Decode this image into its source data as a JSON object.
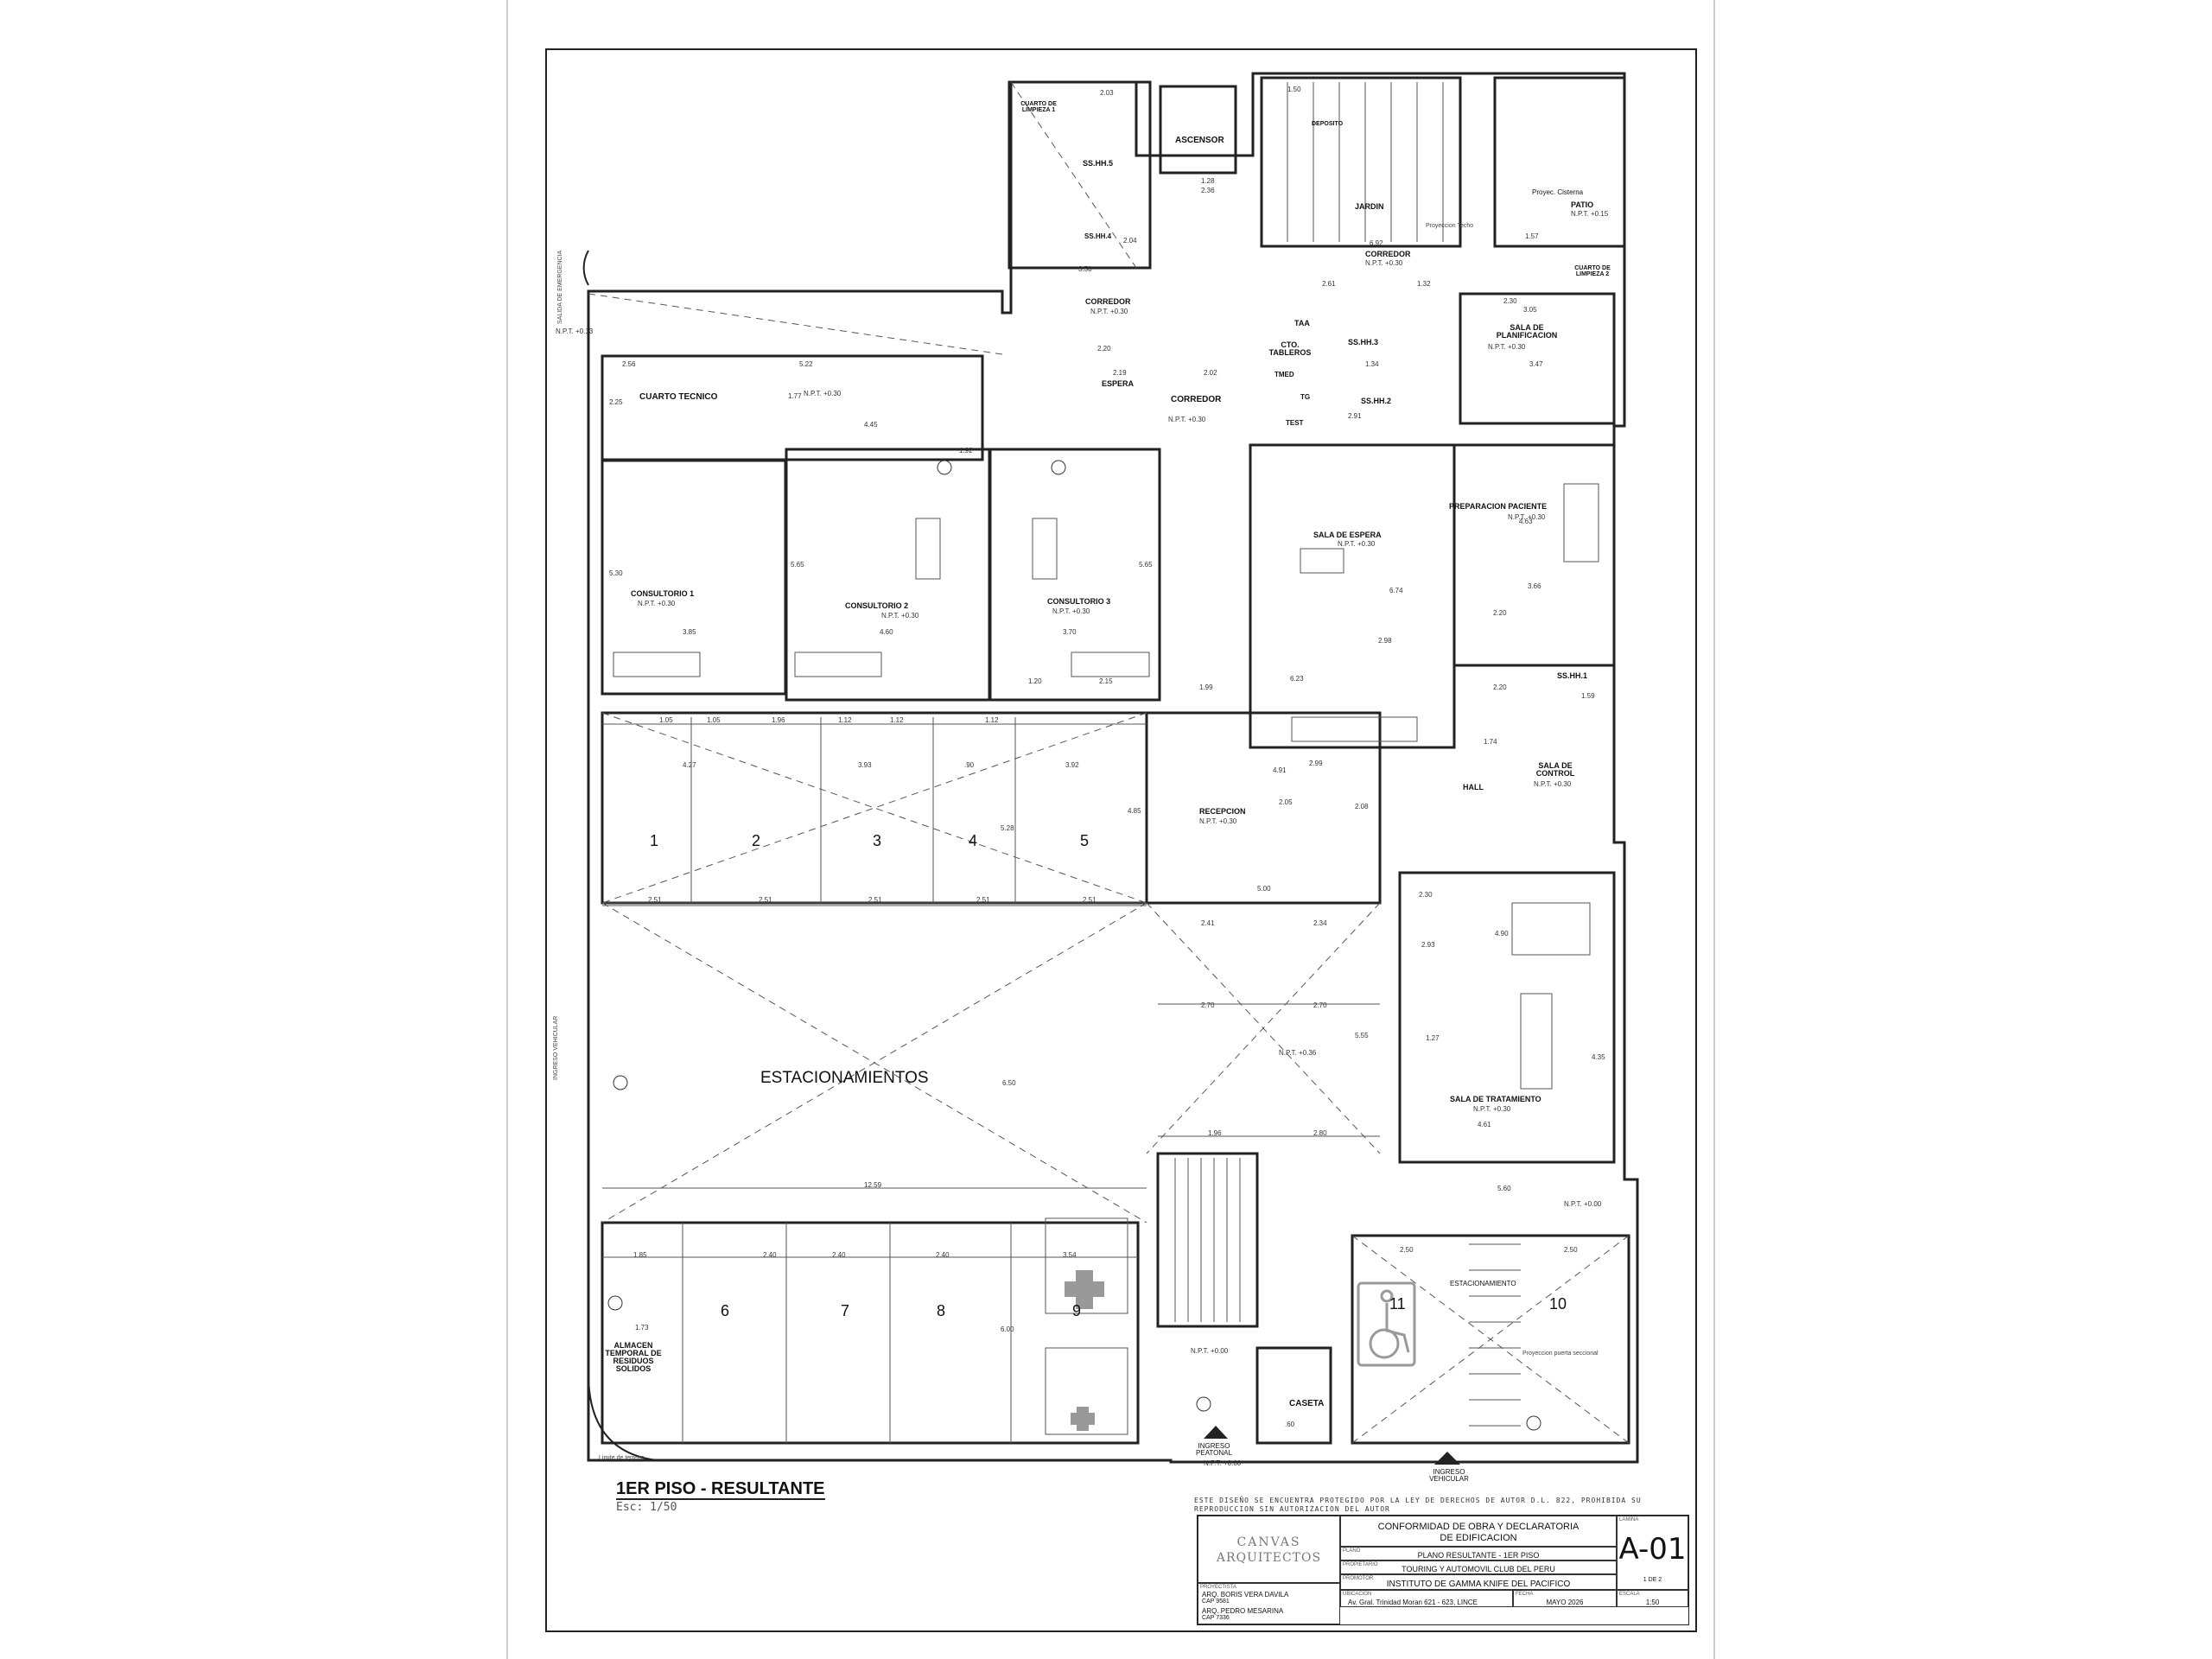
{
  "sheet_title": "1ER PISO - RESULTANTE",
  "sheet_scale": "Esc: 1/50",
  "rooms": {
    "cuarto_limpieza_1": "CUARTO DE LIMPIEZA 1",
    "sshh5": "SS.HH.5",
    "sshh4": "SS.HH.4",
    "ascensor": "ASCENSOR",
    "deposito": "DEPOSITO",
    "jardin": "JARDIN",
    "patio": "PATIO",
    "proyec_cisterna": "Proyec. Cisterna",
    "proyeccion_techo": "Proyeccion Techo",
    "corredor_top": "CORREDOR",
    "cuarto_limpieza_2": "CUARTO DE LIMPIEZA 2",
    "corredor_mid": "CORREDOR",
    "espera": "ESPERA",
    "corredor_main": "CORREDOR",
    "cuarto_tecnico": "CUARTO TECNICO",
    "taa": "TAA",
    "cto_tableros": "CTO. TABLEROS",
    "tmed": "TMED",
    "tg": "TG",
    "test": "TEST",
    "sshh3": "SS.HH.3",
    "sshh2": "SS.HH.2",
    "sala_planificacion": "SALA DE PLANIFICACION",
    "consultorio1": "CONSULTORIO 1",
    "consultorio2": "CONSULTORIO 2",
    "consultorio3": "CONSULTORIO 3",
    "sala_espera": "SALA DE ESPERA",
    "preparacion_paciente": "PREPARACION PACIENTE",
    "sshh1": "SS.HH.1",
    "recepcion": "RECEPCION",
    "hall": "HALL",
    "sala_control": "SALA DE CONTROL",
    "estacionamientos": "ESTACIONAMIENTOS",
    "sala_tratamiento": "SALA DE TRATAMIENTO",
    "estacionamiento": "ESTACIONAMIENTO",
    "caseta": "CASETA",
    "almacen": "ALMACEN TEMPORAL DE RESIDUOS SOLIDOS",
    "ingreso_peatonal": "INGRESO PEATONAL",
    "ingreso_vehicular": "INGRESO VEHICULAR",
    "ingreso_vehicular_side": "INGRESO VEHICULAR",
    "salida_emergencia": "SALIDA DE EMERGENCIA",
    "limite_terreno": "Limite de terreno",
    "proyeccion_puerta": "Proyeccion puerta seccional"
  },
  "npt_labels": {
    "n030": "N.P.T. +0.30",
    "n036": "N.P.T. +0.36",
    "n000": "N.P.T. +0.00",
    "n013": "N.P.T. +0.13",
    "n015": "N.P.T. +0.15"
  },
  "parking_stalls": [
    "1",
    "2",
    "3",
    "4",
    "5",
    "6",
    "7",
    "8",
    "9",
    "10",
    "11"
  ],
  "dimensions": {
    "d_2_56": "2.56",
    "d_5_22": "5.22",
    "d_4_45": "4.45",
    "d_2_25": "2.25",
    "d_1_77": "1.77",
    "d_1_92": "1.92",
    "d_5_30": "5.30",
    "d_5_65": "5.65",
    "d_3_85": "3.85",
    "d_4_60": "4.60",
    "d_3_70": "3.70",
    "d_1_20": "1.20",
    "d_2_15": "2.15",
    "d_1_99": "1.99",
    "d_1_05": "1.05",
    "d_1_96": "1.96",
    "d_1_12": "1.12",
    "d_4_27": "4.27",
    "d_3_93": "3.93",
    "d_3_92": "3.92",
    "d_90": ".90",
    "d_5_28": "5.28",
    "d_4_85": "4.85",
    "d_2_51": "2.51",
    "d_2_41": "2.41",
    "d_2_34": "2.34",
    "d_5_00": "5.00",
    "d_2_70": "2.70",
    "d_5_55": "5.55",
    "d_6_50": "6.50",
    "d_12_59": "12.59",
    "d_1_96b": "1.96",
    "d_2_80": "2.80",
    "d_1_85": "1.85",
    "d_2_40": "2.40",
    "d_3_54": "3.54",
    "d_6_00": "6.00",
    "d_2_50": "2.50",
    "d_5_60": "5.60",
    "d_2_30": "2.30",
    "d_4_90": "4.90",
    "d_2_93": "2.93",
    "d_1_27": "1.27",
    "d_4_35": "4.35",
    "d_4_61": "4.61",
    "d_2_99": "2.99",
    "d_4_91": "4.91",
    "d_2_05": "2.05",
    "d_2_08": "2.08",
    "d_6_23": "6.23",
    "d_2_98": "2.98",
    "d_6_74": "6.74",
    "d_3_66": "3.66",
    "d_2_20": "2.20",
    "d_1_74": "1.74",
    "d_1_59": "1.59",
    "d_3_05": "3.05",
    "d_3_47": "3.47",
    "d_1_32": "1.32",
    "d_6_92": "6.92",
    "d_1_57": "1.57",
    "d_1_50": "1.50",
    "d_2_19": "2.19",
    "d_2_02": "2.02",
    "d_2_20b": "2.20",
    "d_3_50": "3.50",
    "d_1_28": "1.28",
    "d_2_36": "2.36",
    "d_2_03": "2.03",
    "d_2_04": "2.04",
    "d_1_73": "1.73",
    "d_4_63": "4.63",
    "d_2_91": "2.91",
    "d_1_34": "1.34",
    "d_2_61": "2.61",
    "d_60": ".60"
  },
  "copyright": "ESTE DISEÑO SE ENCUENTRA PROTEGIDO POR LA LEY DE DERECHOS DE AUTOR D.L. 822, PROHIBIDA SU REPRODUCCION SIN AUTORIZACION DEL AUTOR",
  "title_block": {
    "logo_line1": "CANVAS",
    "logo_line2": "ARQUITECTOS",
    "project_type": "CONFORMIDAD DE OBRA Y DECLARATORIA DE EDIFICACION",
    "plano_caption": "PLANO",
    "plano": "PLANO RESULTANTE - 1ER PISO",
    "propietario_caption": "PROPIETARIO",
    "propietario": "TOURING Y AUTOMOVIL CLUB DEL PERU",
    "promotor_caption": "PROMOTOR",
    "promotor": "INSTITUTO DE GAMMA KNIFE DEL PACIFICO",
    "ubicacion_caption": "UBICACION",
    "ubicacion": "Av. Gral. Trinidad Moran 621 - 623, LINCE",
    "fecha_caption": "FECHA",
    "fecha": "MAYO 2026",
    "escala_caption": "ESCALA",
    "escala": "1:50",
    "lamina_caption": "LAMINA",
    "lamina": "A-01",
    "lamina_of": "1 DE 2",
    "proyectista_caption": "PROYECTISTA",
    "arq1": "ARQ. BORIS VERA DAVILA",
    "cap1": "CAP 9581",
    "arq2": "ARQ. PEDRO MESARINA",
    "cap2": "CAP 7336"
  },
  "colors": {
    "line": "#222222",
    "thin": "#555555",
    "hatch": "#9a9a9a"
  }
}
